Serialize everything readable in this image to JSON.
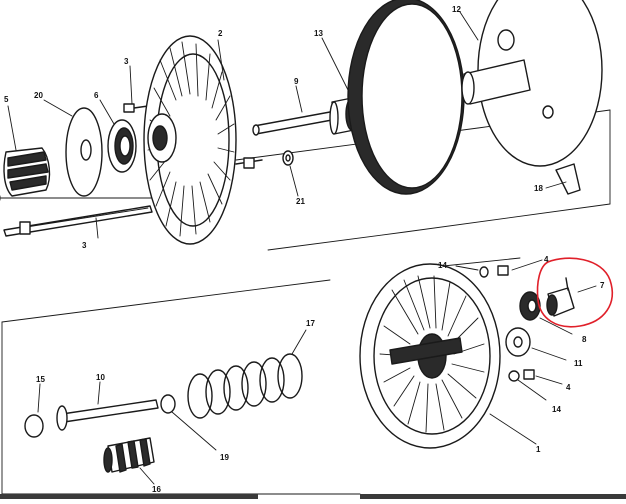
{
  "callouts": {
    "c1": "1",
    "c2": "2",
    "c3a": "3",
    "c3b": "3",
    "c4a": "4",
    "c4b": "4",
    "c5": "5",
    "c6": "6",
    "c7": "7",
    "c8": "8",
    "c9": "9",
    "c10": "10",
    "c11": "11",
    "c12": "12",
    "c13": "13",
    "c14a": "14",
    "c14b": "14",
    "c15": "15",
    "c16": "16",
    "c17": "17",
    "c18": "18",
    "c19": "19",
    "c20": "20",
    "c21": "21"
  },
  "colors": {
    "ink": "#1a1a1a",
    "highlight": "#e0202a"
  }
}
